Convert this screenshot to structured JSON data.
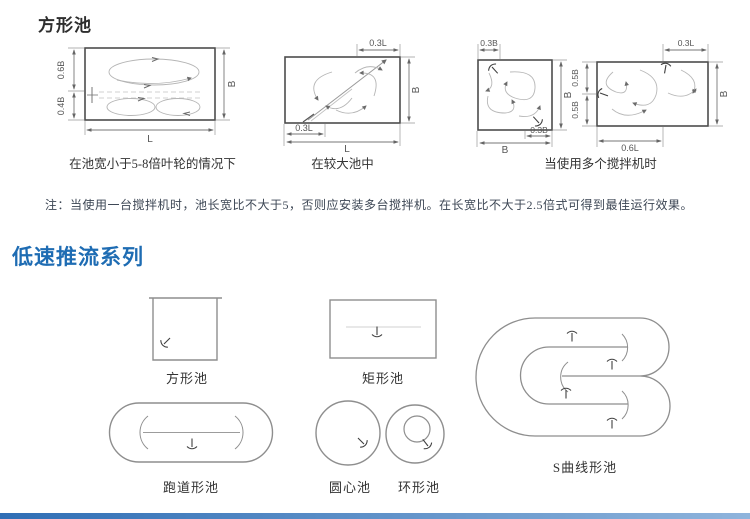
{
  "page": {
    "accent_blue": "#1e6cb3",
    "bar_gradient_left": "#2f6eb5",
    "bar_gradient_right": "#8fb4dc"
  },
  "square_pool_section": {
    "title": "方形池",
    "note": "注：当使用一台搅拌机时，池长宽比不大于5，否则应安装多台搅拌机。在长宽比不大于2.5倍式可得到最佳运行效果。",
    "diagram1": {
      "caption": "在池宽小于5-8倍叶轮的情况下",
      "dim_left_top": "0.6B",
      "dim_left_bottom": "0.4B",
      "dim_right": "B",
      "dim_bottom": "L"
    },
    "diagram2": {
      "caption": "在较大池中",
      "dim_top_right": "0.3L",
      "dim_bottom_left": "0.3L",
      "dim_right": "B",
      "dim_bottom": "L"
    },
    "diagram3": {
      "caption": "当使用多个搅拌机时",
      "square": {
        "dim_top_left": "0.3B",
        "dim_right": "B",
        "dim_bottom": "B",
        "dim_bottom_right": "0.3B"
      },
      "rect": {
        "dim_top_right": "0.3L",
        "dim_left_top": "0.5B",
        "dim_left_bottom": "0.5B",
        "dim_right": "B",
        "dim_bottom": "0.6L"
      }
    }
  },
  "low_speed_section": {
    "title": "低速推流系列",
    "pools": {
      "square": "方形池",
      "rect": "矩形池",
      "racetrack": "跑道形池",
      "circle": "圆心池",
      "ring": "环形池",
      "s_curve": "S曲线形池"
    }
  }
}
